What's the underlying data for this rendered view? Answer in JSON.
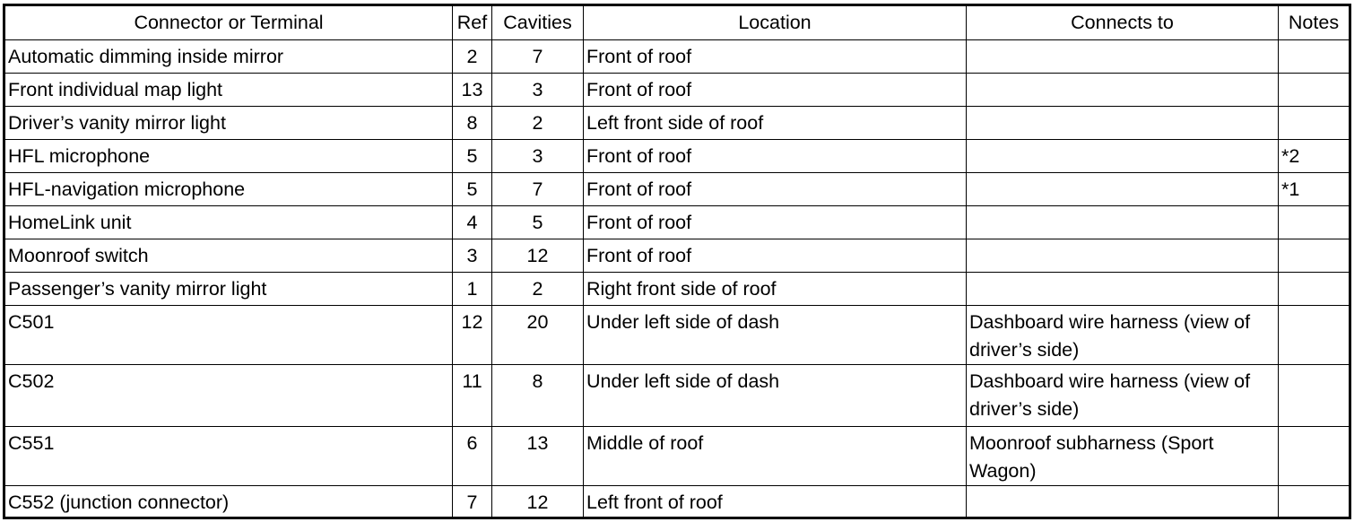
{
  "headers": {
    "connector": "Connector or Terminal",
    "ref": "Ref",
    "cavities": "Cavities",
    "location": "Location",
    "connects_to": "Connects to",
    "notes": "Notes"
  },
  "rows": [
    {
      "connector": "Automatic dimming inside mirror",
      "ref": "2",
      "cavities": "7",
      "location": "Front of roof",
      "connects_to": "",
      "notes": ""
    },
    {
      "connector": "Front individual map light",
      "ref": "13",
      "cavities": "3",
      "location": "Front of roof",
      "connects_to": "",
      "notes": ""
    },
    {
      "connector": "Driver’s vanity mirror light",
      "ref": "8",
      "cavities": "2",
      "location": "Left front side of roof",
      "connects_to": "",
      "notes": ""
    },
    {
      "connector": "HFL microphone",
      "ref": "5",
      "cavities": "3",
      "location": "Front of roof",
      "connects_to": "",
      "notes": "*2"
    },
    {
      "connector": "HFL-navigation microphone",
      "ref": "5",
      "cavities": "7",
      "location": "Front of roof",
      "connects_to": "",
      "notes": "*1"
    },
    {
      "connector": "HomeLink unit",
      "ref": "4",
      "cavities": "5",
      "location": "Front of roof",
      "connects_to": "",
      "notes": ""
    },
    {
      "connector": "Moonroof switch",
      "ref": "3",
      "cavities": "12",
      "location": "Front of roof",
      "connects_to": "",
      "notes": ""
    },
    {
      "connector": "Passenger’s vanity mirror light",
      "ref": "1",
      "cavities": "2",
      "location": "Right front side of roof",
      "connects_to": "",
      "notes": ""
    },
    {
      "connector": "C501",
      "ref": "12",
      "cavities": "20",
      "location": "Under left side of dash",
      "connects_to": "Dashboard wire harness (view of driver’s side)",
      "notes": ""
    },
    {
      "connector": "C502",
      "ref": "11",
      "cavities": "8",
      "location": "Under left side of dash",
      "connects_to": "Dashboard wire harness (view of driver’s side)",
      "notes": ""
    },
    {
      "connector": "C551",
      "ref": "6",
      "cavities": "13",
      "location": "Middle of roof",
      "connects_to": "Moonroof subharness (Sport Wagon)",
      "notes": ""
    },
    {
      "connector": "C552 (junction connector)",
      "ref": "7",
      "cavities": "12",
      "location": "Left front of roof",
      "connects_to": "",
      "notes": ""
    }
  ]
}
